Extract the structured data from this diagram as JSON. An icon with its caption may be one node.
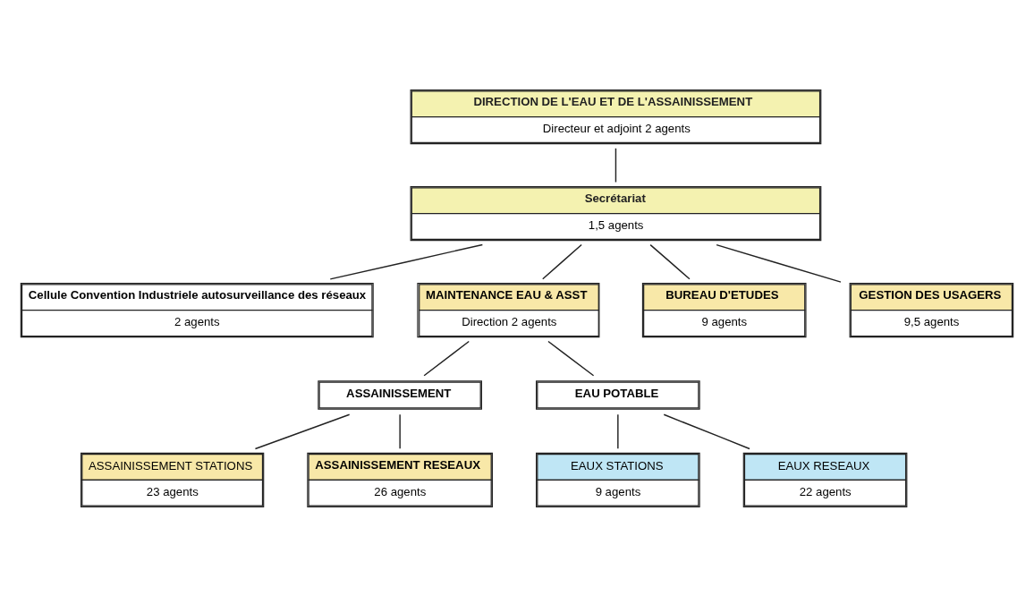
{
  "diagram": {
    "nodes": [
      {
        "text": [
          "DIRECTION DE L'EAU ET DE L'ASSAINISSEMENT",
          "Directeur et adjoint 2 agents"
        ]
      },
      {
        "text": [
          "Secrétariat",
          "1,5 agents"
        ]
      },
      {
        "text": [
          "Cellule Convention Industriele autosurveillance des réseaux",
          "2 agents"
        ]
      },
      {
        "text": [
          "MAINTENANCE EAU & ASST",
          "Direction 2 agents"
        ]
      },
      {
        "text": [
          "BUREAU D'ETUDES",
          "9 agents"
        ]
      },
      {
        "text": [
          "GESTION DES USAGERS",
          "9,5 agents"
        ]
      },
      {
        "text": [
          "ASSAINISSEMENT"
        ]
      },
      {
        "text": [
          "EAU POTABLE"
        ]
      },
      {
        "text": [
          "ASSAINISSEMENT STATIONS",
          "23 agents"
        ]
      },
      {
        "text": [
          "ASSAINISSEMENT RESEAUX",
          "26 agents"
        ]
      },
      {
        "text": [
          "EAUX STATIONS",
          "9 agents"
        ]
      },
      {
        "text": [
          "EAUX RESEAUX",
          "22 agents"
        ]
      }
    ],
    "edges": [
      {
        "from": 0,
        "to": 1,
        "arrow": "none"
      },
      {
        "from": 1,
        "to": 2,
        "arrow": "none"
      },
      {
        "from": 1,
        "to": 3,
        "arrow": "none"
      },
      {
        "from": 1,
        "to": 4,
        "arrow": "none"
      },
      {
        "from": 1,
        "to": 5,
        "arrow": "none"
      },
      {
        "from": 3,
        "to": 6,
        "arrow": "none"
      },
      {
        "from": 3,
        "to": 7,
        "arrow": "none"
      },
      {
        "from": 6,
        "to": 8,
        "arrow": "none"
      },
      {
        "from": 6,
        "to": 9,
        "arrow": "none"
      },
      {
        "from": 7,
        "to": 10,
        "arrow": "none"
      },
      {
        "from": 7,
        "to": 11,
        "arrow": "none"
      }
    ]
  }
}
